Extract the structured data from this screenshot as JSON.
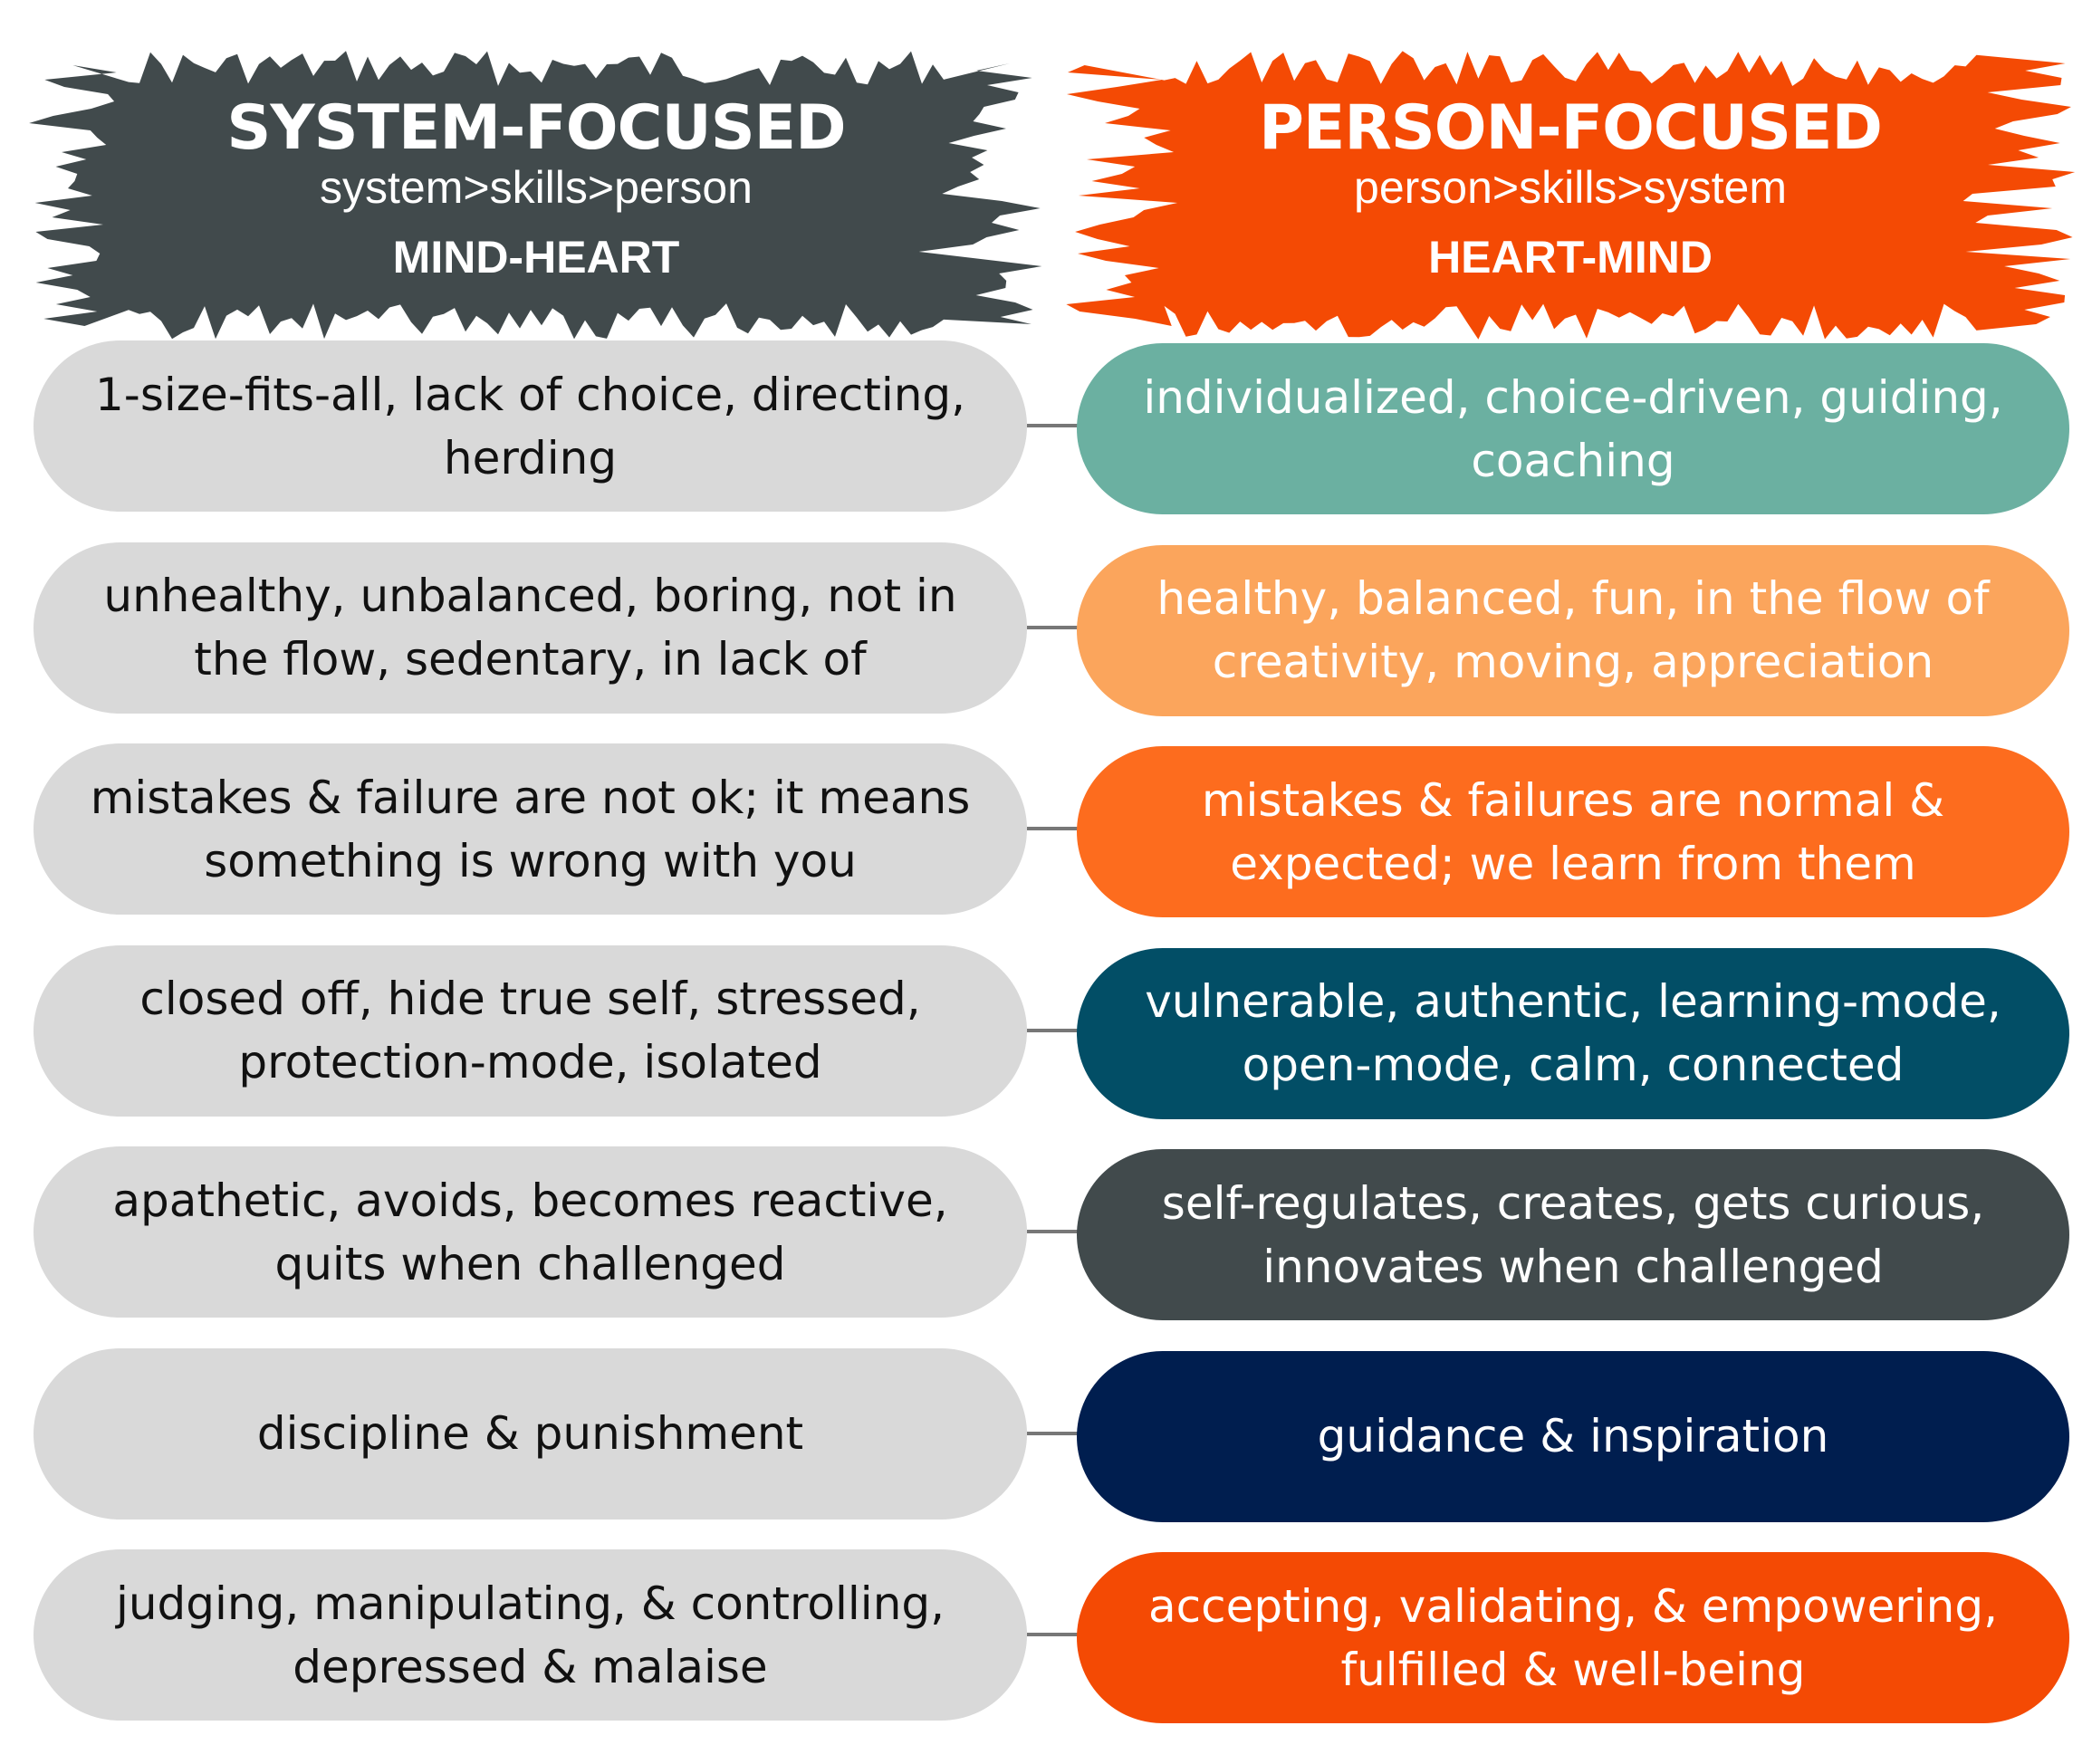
{
  "headers": {
    "left": {
      "title": "SYSTEM-FOCUSED",
      "subtitle": "system>skills>person",
      "mode": "MIND-HEART",
      "color": "#414a4c"
    },
    "right": {
      "title": "PERSON-FOCUSED",
      "subtitle": "person>skills>system",
      "mode": "HEART-MIND",
      "color": "#f44a04"
    }
  },
  "rows": [
    {
      "left": "1-size-fits-all, lack of choice, directing, herding",
      "right": "individualized, choice-driven, guiding, coaching",
      "color": "#6bb0a1"
    },
    {
      "left": "unhealthy, unbalanced, boring, not in the flow, sedentary, in lack of",
      "right": "healthy, balanced, fun, in the flow of creativity, moving, appreciation",
      "color": "#fba55c"
    },
    {
      "left": "mistakes & failure are not ok; it means something is wrong with you",
      "right": "mistakes & failures are normal & expected; we learn from them",
      "color": "#fd6c1e"
    },
    {
      "left": "closed off, hide true self, stressed, protection-mode, isolated",
      "right": "vulnerable, authentic, learning-mode, open-mode, calm, connected",
      "color": "#024e66"
    },
    {
      "left": "apathetic, avoids, becomes reactive, quits when challenged",
      "right": "self-regulates, creates, gets curious, innovates when challenged",
      "color": "#414a4c"
    },
    {
      "left": "discipline & punishment",
      "right": "guidance & inspiration",
      "color": "#001e4f"
    },
    {
      "left": "judging, manipulating, & controlling, depressed & malaise",
      "right": "accepting, validating, & empowering, fulfilled & well-being",
      "color": "#f44a04"
    }
  ]
}
